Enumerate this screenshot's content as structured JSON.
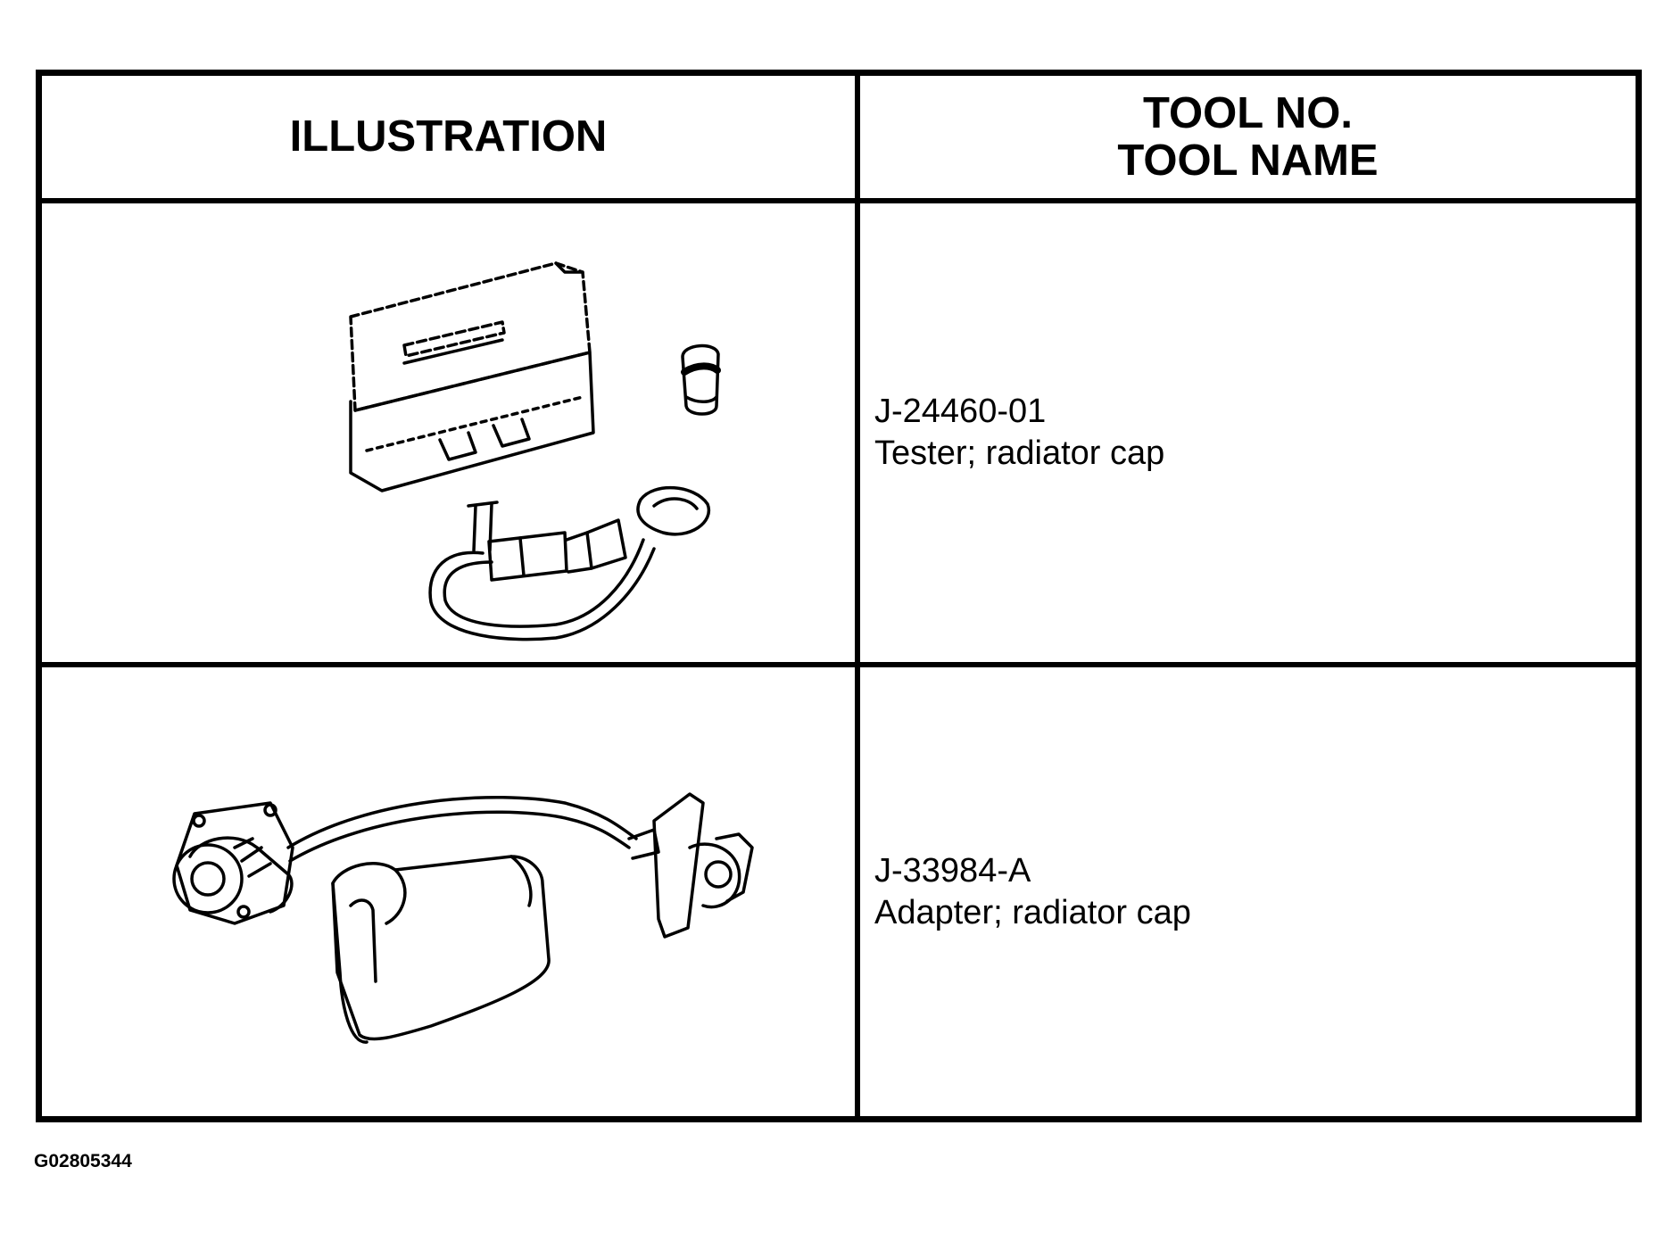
{
  "table": {
    "header": {
      "illustration": "ILLUSTRATION",
      "tool_no": "TOOL NO.",
      "tool_name": "TOOL NAME"
    },
    "rows": [
      {
        "tool_no": "J-24460-01",
        "tool_name": "Tester; radiator cap",
        "illustration_icon": "radiator-cap-tester-icon"
      },
      {
        "tool_no": "J-33984-A",
        "tool_name": "Adapter; radiator cap",
        "illustration_icon": "radiator-cap-adapter-icon"
      }
    ]
  },
  "figure_id": "G02805344",
  "colors": {
    "ink": "#000000",
    "paper": "#ffffff"
  }
}
